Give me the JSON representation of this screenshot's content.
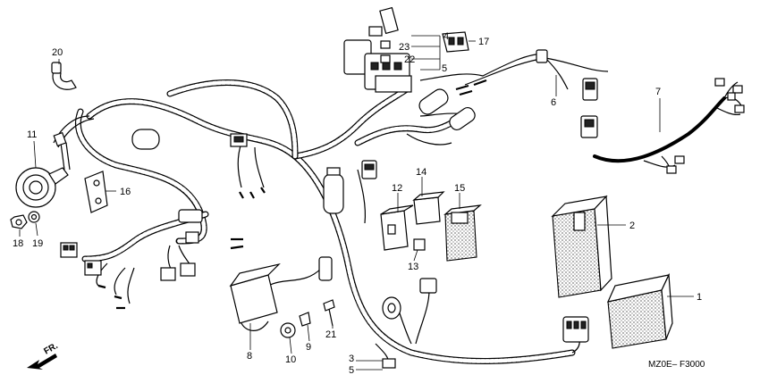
{
  "figure": {
    "code": "MZ0E– F3000",
    "direction_label": "FR."
  },
  "callouts": [
    {
      "id": "c1",
      "num": "1"
    },
    {
      "id": "c2",
      "num": "2"
    },
    {
      "id": "c3",
      "num": "3"
    },
    {
      "id": "c4",
      "num": "4"
    },
    {
      "id": "c5a",
      "num": "5"
    },
    {
      "id": "c5b",
      "num": "5"
    },
    {
      "id": "c6",
      "num": "6"
    },
    {
      "id": "c7",
      "num": "7"
    },
    {
      "id": "c8",
      "num": "8"
    },
    {
      "id": "c9",
      "num": "9"
    },
    {
      "id": "c10",
      "num": "10"
    },
    {
      "id": "c11",
      "num": "11"
    },
    {
      "id": "c12",
      "num": "12"
    },
    {
      "id": "c13",
      "num": "13"
    },
    {
      "id": "c14",
      "num": "14"
    },
    {
      "id": "c15",
      "num": "15"
    },
    {
      "id": "c16",
      "num": "16"
    },
    {
      "id": "c17",
      "num": "17"
    },
    {
      "id": "c18",
      "num": "18"
    },
    {
      "id": "c19",
      "num": "19"
    },
    {
      "id": "c20",
      "num": "20"
    },
    {
      "id": "c21",
      "num": "21"
    },
    {
      "id": "c22",
      "num": "22"
    },
    {
      "id": "c23",
      "num": "23"
    }
  ]
}
